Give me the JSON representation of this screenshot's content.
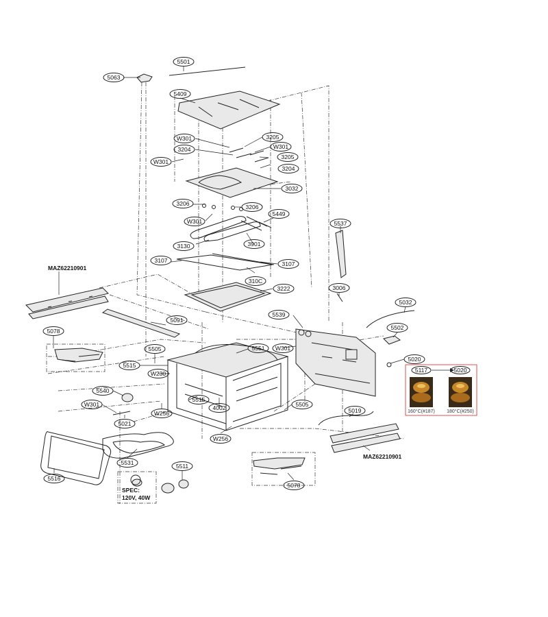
{
  "callouts": [
    {
      "id": "c5501",
      "text": "5501"
    },
    {
      "id": "c5063",
      "text": "5063"
    },
    {
      "id": "c5409",
      "text": "5409"
    },
    {
      "id": "cW301a",
      "text": "W301"
    },
    {
      "id": "c3205a",
      "text": "3205"
    },
    {
      "id": "c3204a",
      "text": "3204"
    },
    {
      "id": "cW301b",
      "text": "W301"
    },
    {
      "id": "cW301c",
      "text": "W301"
    },
    {
      "id": "c3205b",
      "text": "3205"
    },
    {
      "id": "c3204b",
      "text": "3204"
    },
    {
      "id": "c3032",
      "text": "3032"
    },
    {
      "id": "c3206a",
      "text": "3206"
    },
    {
      "id": "c3206b",
      "text": "3206"
    },
    {
      "id": "c5449",
      "text": "5449"
    },
    {
      "id": "cW301d",
      "text": "W301"
    },
    {
      "id": "c5537",
      "text": "5537"
    },
    {
      "id": "c3130",
      "text": "3130"
    },
    {
      "id": "c3901",
      "text": "3901"
    },
    {
      "id": "c3107a",
      "text": "3107"
    },
    {
      "id": "c3107b",
      "text": "3107"
    },
    {
      "id": "c310C",
      "text": "310C"
    },
    {
      "id": "c3222",
      "text": "3222"
    },
    {
      "id": "c3006",
      "text": "3006"
    },
    {
      "id": "c5032",
      "text": "5032"
    },
    {
      "id": "c5539",
      "text": "5539"
    },
    {
      "id": "c5502",
      "text": "5502"
    },
    {
      "id": "c5091",
      "text": "5091"
    },
    {
      "id": "c5078a",
      "text": "5078"
    },
    {
      "id": "c5505a",
      "text": "5505"
    },
    {
      "id": "c5551",
      "text": "5551"
    },
    {
      "id": "cW301e",
      "text": "W301"
    },
    {
      "id": "c5020a",
      "text": "5020"
    },
    {
      "id": "c5515a",
      "text": "5515"
    },
    {
      "id": "cW230",
      "text": "W230"
    },
    {
      "id": "c5540",
      "text": "5540"
    },
    {
      "id": "c5515b",
      "text": "5515"
    },
    {
      "id": "c4002",
      "text": "4002"
    },
    {
      "id": "c5505b",
      "text": "5505"
    },
    {
      "id": "cW301f",
      "text": "W301"
    },
    {
      "id": "cW256a",
      "text": "W256"
    },
    {
      "id": "c5021",
      "text": "5021"
    },
    {
      "id": "c5019",
      "text": "5019"
    },
    {
      "id": "cW256b",
      "text": "W256"
    },
    {
      "id": "c5531",
      "text": "5531"
    },
    {
      "id": "c5511",
      "text": "5511"
    },
    {
      "id": "c5516",
      "text": "5516"
    },
    {
      "id": "c5078b",
      "text": "5078"
    }
  ],
  "text_labels": {
    "maz_left": "MAZ62210901",
    "maz_right": "MAZ62210901",
    "spec_title": "SPEC:",
    "spec_value": "120V, 40W"
  },
  "inset": {
    "from_label": "5117",
    "to_label": "5020",
    "left_caption": "160°C(#187)",
    "right_caption": "180°C(#250)",
    "border_color": "#e0504f",
    "photo_color": "#c8882a"
  }
}
